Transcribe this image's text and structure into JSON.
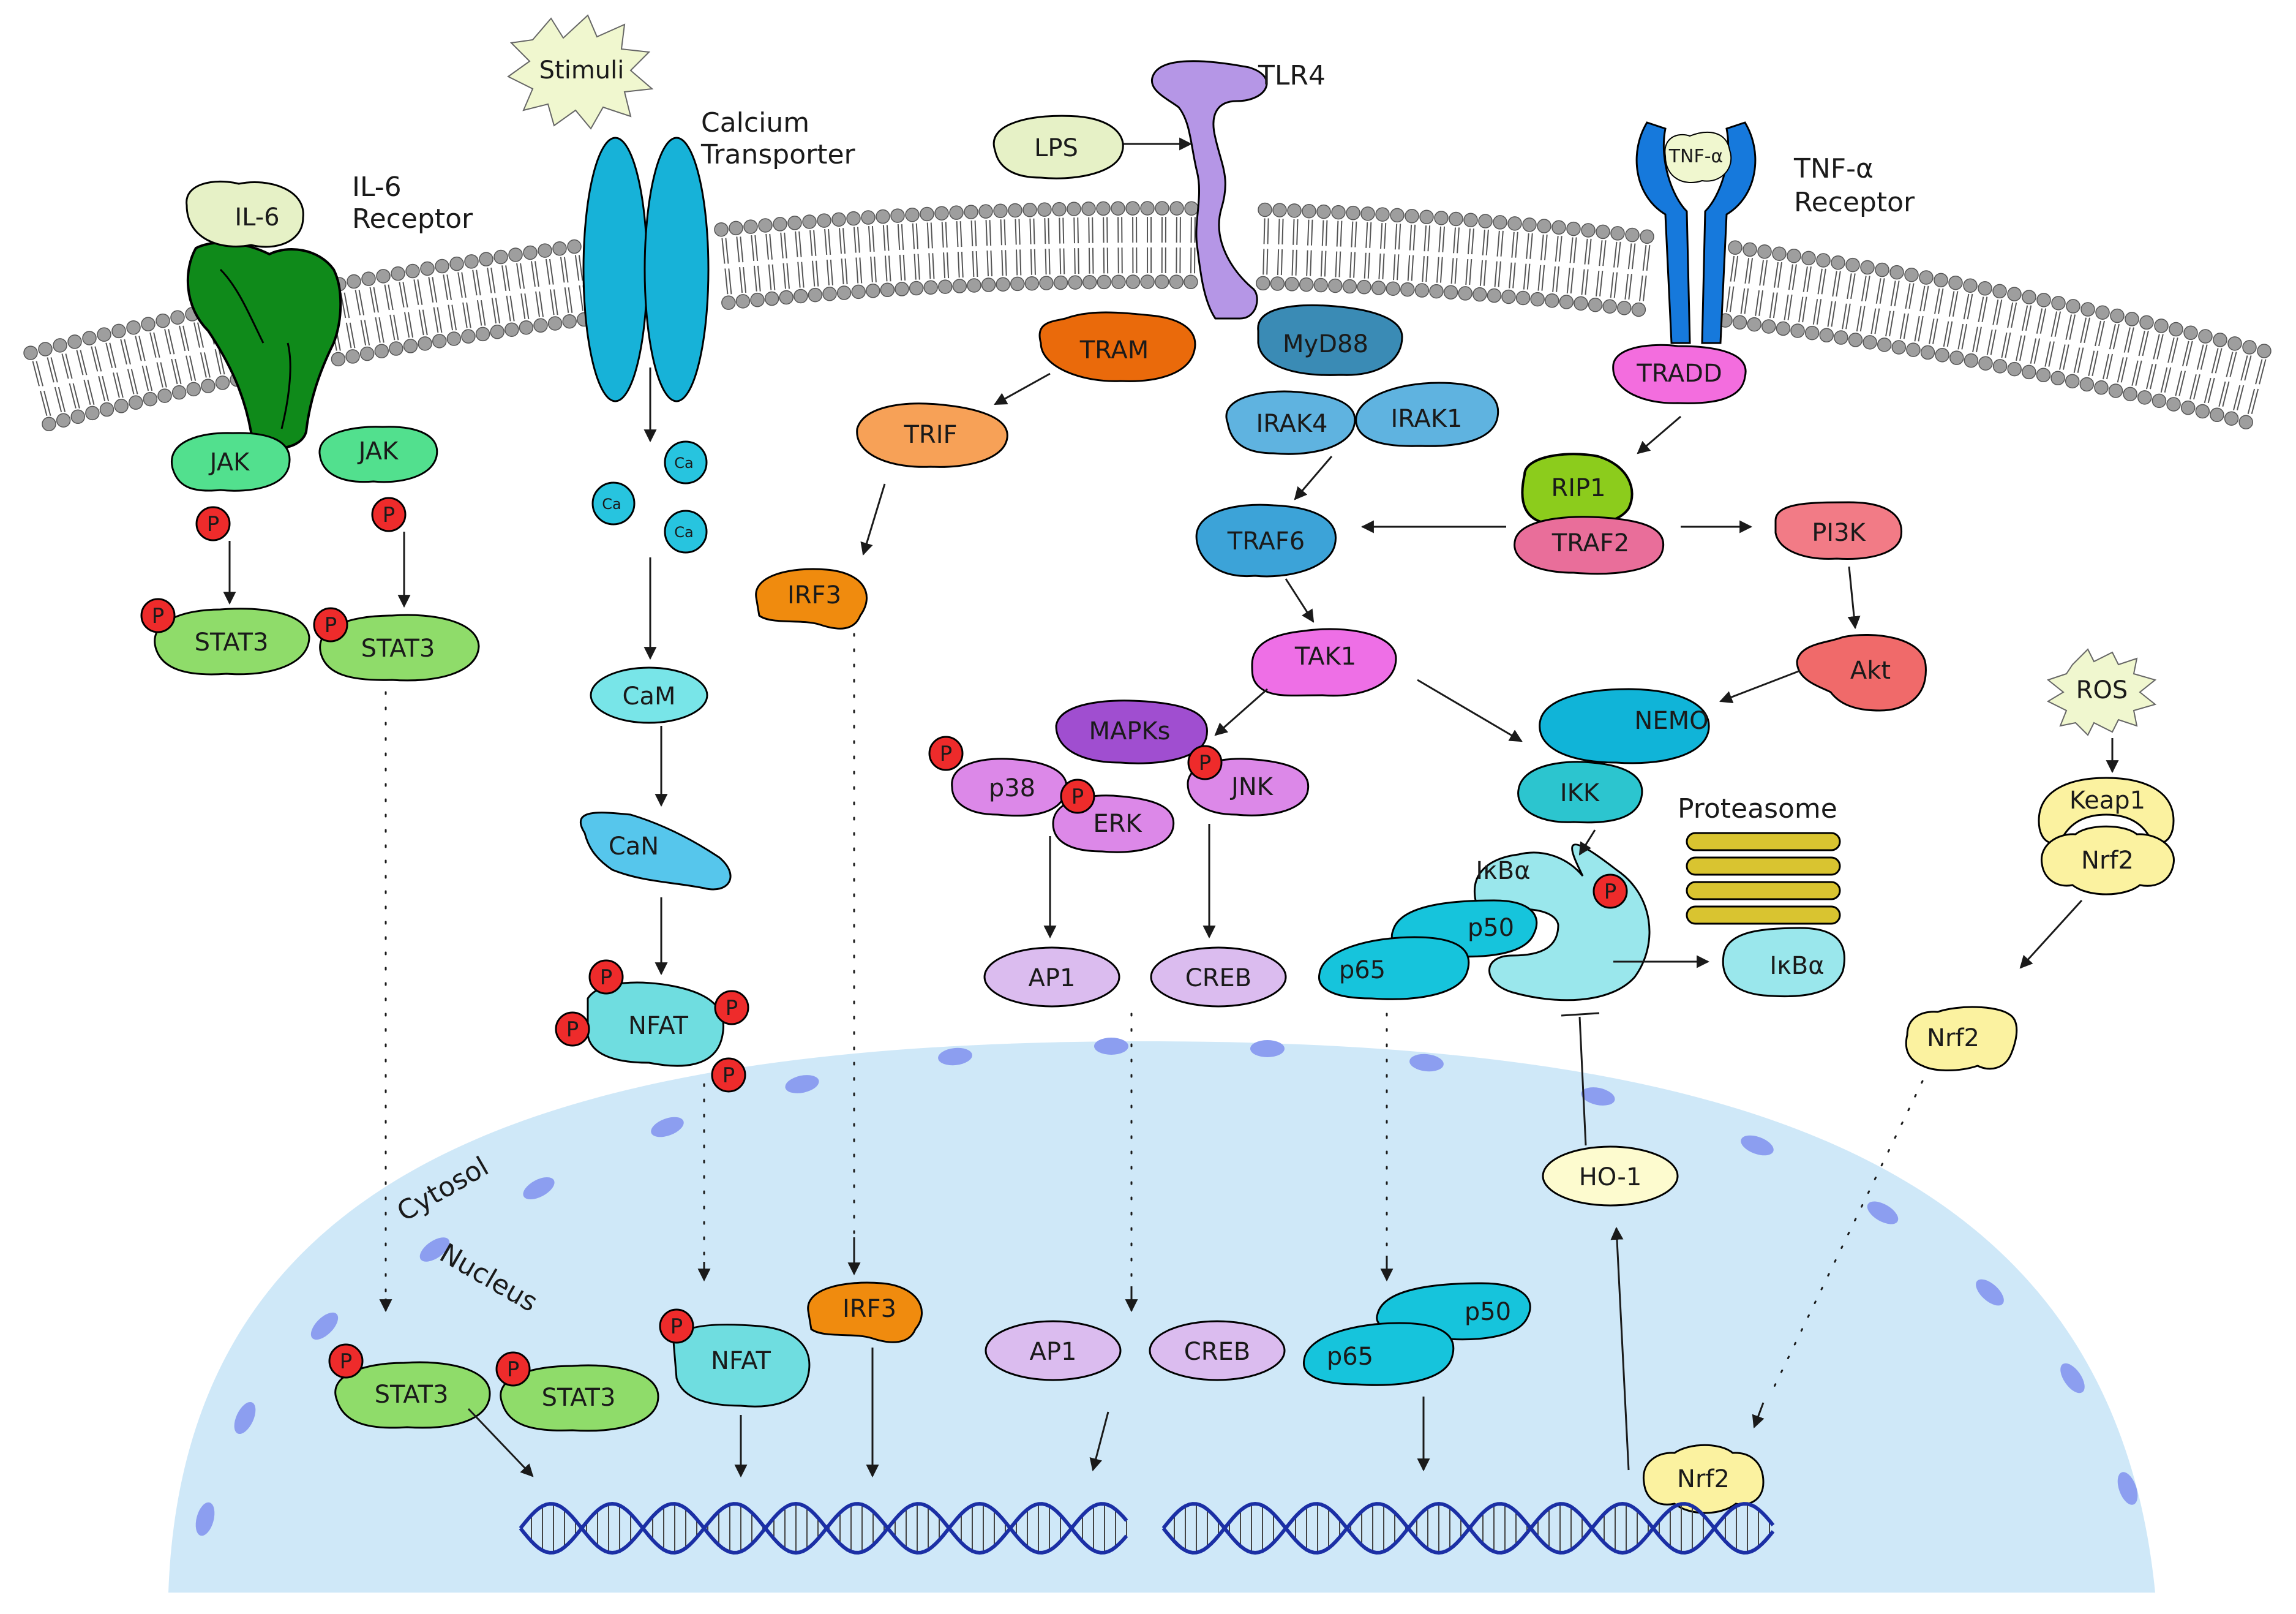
{
  "labels": {
    "il6": "IL-6",
    "il6_receptor_1": "IL-6",
    "il6_receptor_2": "Receptor",
    "stimuli": "Stimuli",
    "calcium_1": "Calcium",
    "calcium_2": "Transporter",
    "lps": "LPS",
    "tlr4": "TLR4",
    "tnfa": "TNF-α",
    "tnfa_receptor_1": "TNF-α",
    "tnfa_receptor_2": "Receptor",
    "jak": "JAK",
    "p": "P",
    "stat3": "STAT3",
    "ca": "Ca",
    "cam": "CaM",
    "can": "CaN",
    "nfat": "NFAT",
    "tram": "TRAM",
    "trif": "TRIF",
    "irf3": "IRF3",
    "myd88": "MyD88",
    "irak4": "IRAK4",
    "irak1": "IRAK1",
    "traf6": "TRAF6",
    "tak1": "TAK1",
    "mapks": "MAPKs",
    "p38": "p38",
    "erk": "ERK",
    "jnk": "JNK",
    "ap1": "AP1",
    "creb": "CREB",
    "tradd": "TRADD",
    "rip1": "RIP1",
    "traf2": "TRAF2",
    "pi3k": "PI3K",
    "akt": "Akt",
    "nemo": "NEMO",
    "ikk": "IKK",
    "ikba": "IκBα",
    "p50": "p50",
    "p65": "p65",
    "proteasome": "Proteasome",
    "ros": "ROS",
    "keap1": "Keap1",
    "nrf2": "Nrf2",
    "ho1": "HO-1",
    "cytosol": "Cytosol",
    "nucleus": "Nucleus"
  },
  "colors": {
    "membrane_head": "#9e9e9e",
    "nucleus_fill": "#cfe8f8",
    "nuclear_pore": "#8c9ef0",
    "il6_receptor": "#0f8a1a",
    "jak": "#52e08e",
    "stat3": "#8fdc6a",
    "phospho": "#ee2b2b",
    "calcium_transporter": "#17b2d8",
    "ca_ion": "#27c4df",
    "cam": "#78e5e8",
    "can": "#56c6ec",
    "nfat": "#6fdde0",
    "tlr4": "#b596e6",
    "tram": "#ea6a0b",
    "trif": "#f7a157",
    "irf3": "#f08b0e",
    "myd88": "#3a8bb5",
    "irak": "#5fb3e0",
    "traf6": "#3ca3d8",
    "tak1": "#ee6fe6",
    "mapks": "#a04ed0",
    "p38_erk_jnk": "#dc88e8",
    "ap1_creb": "#dbbcef",
    "tnfa_receptor": "#1679dc",
    "tradd": "#f36dde",
    "rip1": "#8ccc1c",
    "traf2": "#e96e9a",
    "pi3k": "#f27b86",
    "akt": "#f06a6a",
    "nemo": "#10b4d8",
    "ikk": "#2cc5cf",
    "ikba": "#9ae7ec",
    "p50_p65": "#16c4dc",
    "proteasome": "#d9c430",
    "keap1_nrf2": "#fbf2a0",
    "ho1": "#fdfbcf",
    "stimuli_ros": "#f0f7cf",
    "lps": "#e6f1c6",
    "dna": "#1b2fa5"
  }
}
